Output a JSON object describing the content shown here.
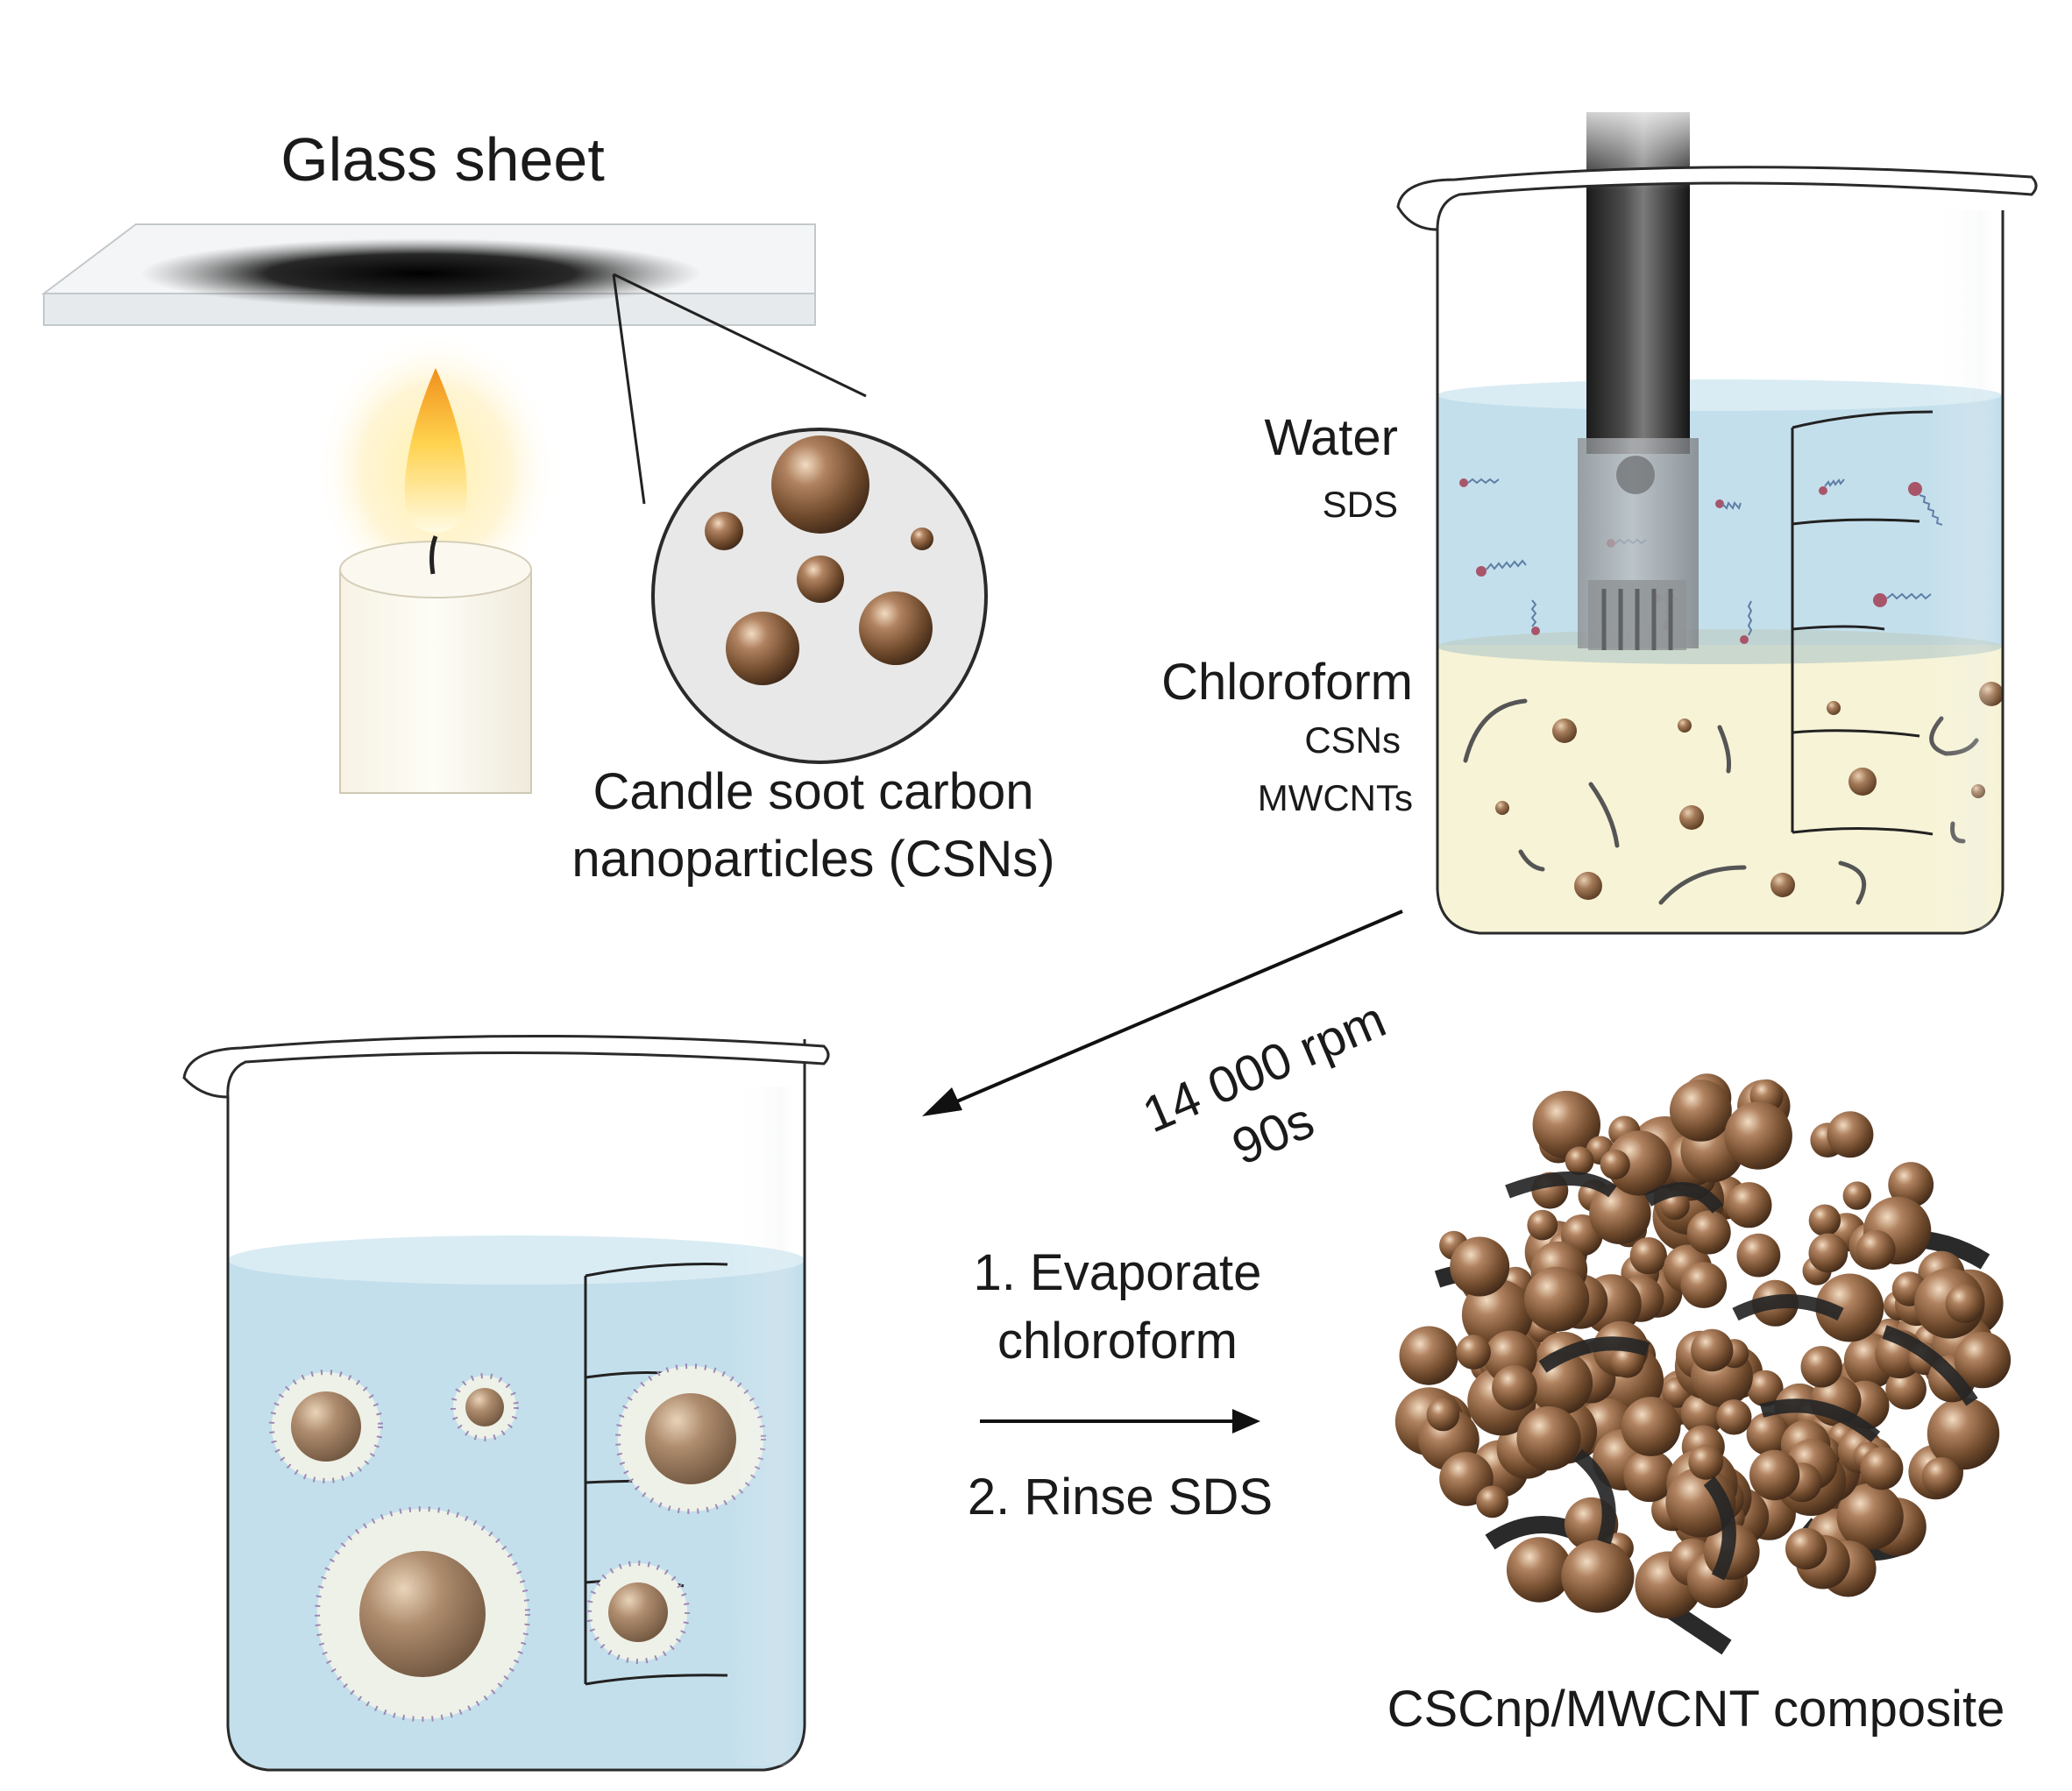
{
  "labels": {
    "glass_sheet": "Glass sheet",
    "csn_line1": "Candle soot carbon",
    "csn_line2": "nanoparticles (CSNs)",
    "water": "Water",
    "sds": "SDS",
    "chloroform": "Chloroform",
    "csns": "CSNs",
    "mwcnts": "MWCNTs",
    "speed": "14 000 rpm",
    "time": "90s",
    "step1_line1": "1. Evaporate",
    "step1_line2": "chloroform",
    "step2": "2. Rinse SDS",
    "composite": "CSCnp/MWCNT composite"
  },
  "colors": {
    "soot_particle": "#7a5535",
    "water": "#c4dfec",
    "chloroform": "#f7f3d6",
    "flame": "#ffd75a",
    "candle": "#fbf9ef",
    "glass": "#eef1f3",
    "nanotube": "#333333"
  }
}
